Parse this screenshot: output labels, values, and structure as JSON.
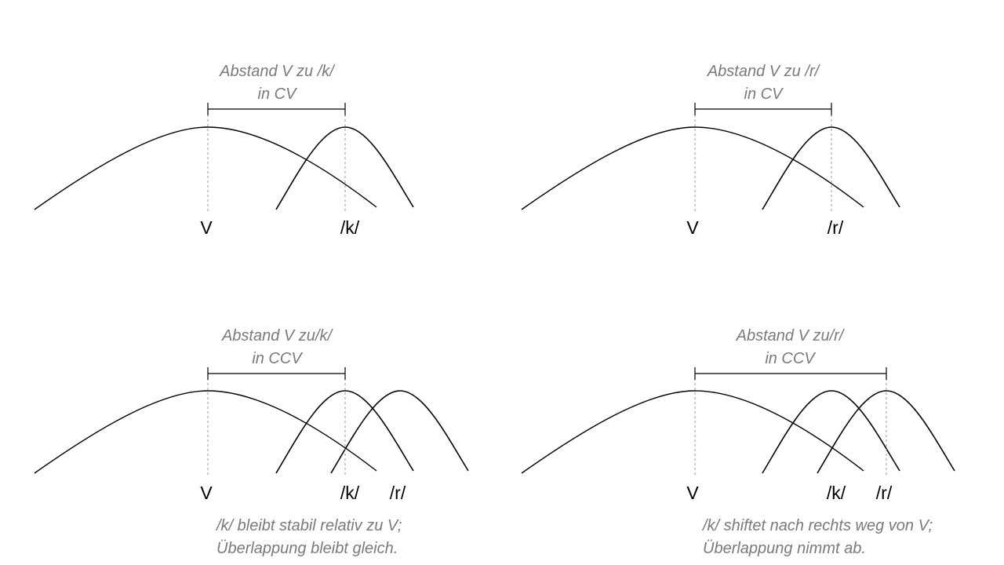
{
  "panels": [
    {
      "annotation_lines": [
        "Abstand V zu /k/",
        "in CV"
      ],
      "labels": [
        "V",
        "/k/"
      ],
      "caption_lines": []
    },
    {
      "annotation_lines": [
        "Abstand V zu /r/",
        "in CV"
      ],
      "labels": [
        "V",
        "/r/"
      ],
      "caption_lines": []
    },
    {
      "annotation_lines": [
        "Abstand V zu/k/",
        "in CCV"
      ],
      "labels": [
        "V",
        "/k/",
        "/r/"
      ],
      "caption_lines": [
        "/k/ bleibt stabil relativ zu V;",
        "Überlappung bleibt gleich."
      ]
    },
    {
      "annotation_lines": [
        "Abstand V zu/r/",
        "in CCV"
      ],
      "labels": [
        "V",
        "/k/",
        "/r/"
      ],
      "caption_lines": [
        "/k/ shiftet nach rechts weg von V;",
        "Überlappung nimmt ab."
      ]
    }
  ]
}
